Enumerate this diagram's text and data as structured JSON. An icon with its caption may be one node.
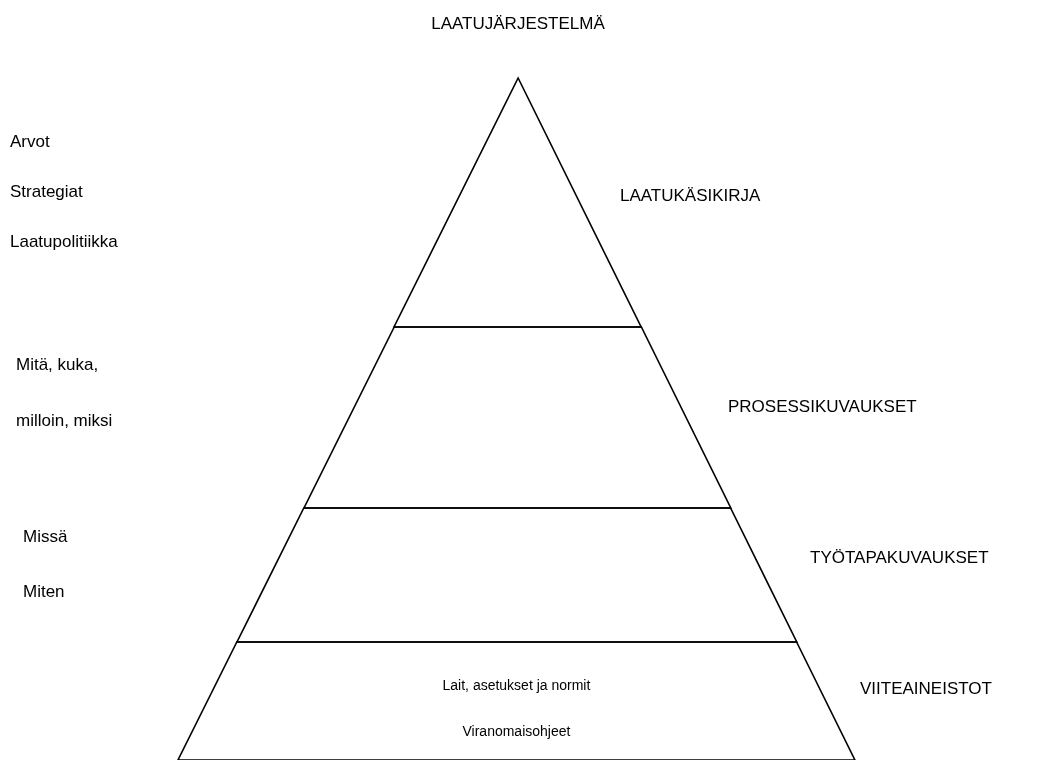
{
  "diagram": {
    "title": "LAATUJÄRJESTELMÄ",
    "nodes": [
      {
        "text": [],
        "shape": "triangle",
        "beside": [
          "LAATUKÄSIKIRJA"
        ]
      },
      {
        "text": [],
        "shape": "band",
        "beside": [
          "PROSESSIKUVAUKSET"
        ]
      },
      {
        "text": [],
        "shape": "band",
        "beside": [
          "TYÖTAPAKUVAUKSET"
        ]
      },
      {
        "text": [
          "Lait, asetukset ja normit",
          "Viranomaisohjeet"
        ],
        "beside": [
          "VIITEAINEISTOT"
        ]
      }
    ],
    "edges": [],
    "labels": [
      "Arvot",
      "Strategiat",
      "Laatupolitiikka",
      "Mitä, kuka, milloin, miksi",
      "Missä",
      "Miten"
    ]
  }
}
